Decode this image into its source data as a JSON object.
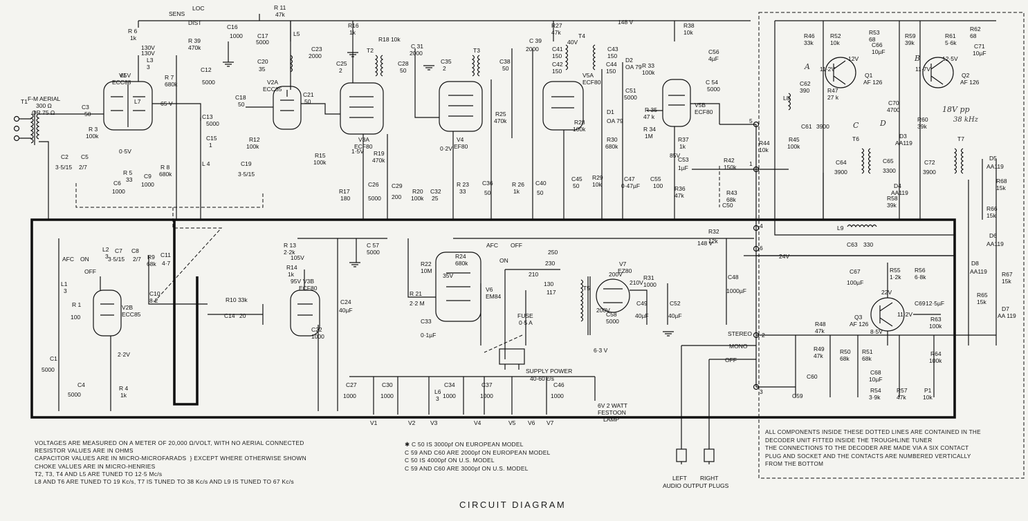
{
  "title": "CIRCUIT DIAGRAM",
  "notes": [
    "VOLTAGES ARE MEASURED ON A METER OF 20,000 Ω/VOLT, WITH NO AERIAL CONNECTED",
    "RESISTOR VALUES ARE IN OHMS",
    "CAPACITOR VALUES ARE IN MICRO-MICROFARADS",
    "CHOKE VALUES ARE IN MICRO-HENRIES",
    "T2, T3, T4 AND L5 ARE TUNED TO 12·5 Mc/s",
    "L8 AND T6 ARE TUNED TO 19 Kc/s, T7 IS TUNED TO 38 Kc/s AND L9 IS TUNED TO 67 Kc/s"
  ],
  "notes_bracket": "EXCEPT WHERE OTHERWISE SHOWN",
  "capacitor_notes": [
    "✱  C 50  IS  3000pf  ON  EUROPEAN  MODEL",
    "C 59  AND  C60  ARE  2000pf  ON  EUROPEAN  MODEL",
    "C 50  IS  4000pf  ON  U.S.  MODEL",
    "C 59  AND  C60  ARE  3000pf  ON  U.S.  MODEL"
  ],
  "decoder_note": [
    "ALL COMPONENTS INSIDE THESE DOTTED LINES ARE CONTAINED IN THE",
    "DECODER UNIT FITTED INSIDE THE TROUGHLINE TUNER",
    "THE CONNECTIONS TO THE DECODER ARE MADE VIA A SIX CONTACT",
    "PLUG AND SOCKET AND THE CONTACTS ARE NUMBERED VERTICALLY",
    "FROM THE BOTTOM"
  ],
  "aerial": {
    "line1": "F-M AERIAL",
    "line2": "300 Ω",
    "line3": "OR 75 Ω",
    "ref": "T1"
  },
  "valves": [
    {
      "ref": "V1",
      "type": "ECC88"
    },
    {
      "ref": "V2A",
      "type": "ECC85"
    },
    {
      "ref": "V2B",
      "type": "ECC85"
    },
    {
      "ref": "V3A",
      "type": "ECF80"
    },
    {
      "ref": "V3B",
      "type": "ECF80"
    },
    {
      "ref": "V4",
      "type": "EF80"
    },
    {
      "ref": "V5A",
      "type": "ECF80"
    },
    {
      "ref": "V5B",
      "type": "ECF80"
    },
    {
      "ref": "V6",
      "type": "EM84"
    },
    {
      "ref": "V7",
      "type": "EZ80"
    }
  ],
  "transistors": [
    {
      "ref": "Q1",
      "type": "AF 126"
    },
    {
      "ref": "Q2",
      "type": "AF 126"
    },
    {
      "ref": "Q3",
      "type": "AF 126"
    }
  ],
  "switches": {
    "sens": "SENS",
    "loc": "LOC",
    "dist": "DIST",
    "afc_on": "ON",
    "afc_off": "OFF",
    "afc": "AFC",
    "stereo": "STEREO",
    "mono": "MONO",
    "off": "OFF"
  },
  "rails": {
    "r148": "148 V",
    "r130": "130V",
    "r65": "65 V",
    "r105": "105V",
    "r95": "95V",
    "r85": "85V",
    "r24": "24V"
  },
  "power": {
    "supply": "SUPPLY POWER",
    "freq": "40-60 c/s",
    "fuse": "FUSE",
    "fuse_rating": "0·5 A",
    "taps": [
      "250",
      "230",
      "210",
      "130",
      "117"
    ],
    "heater": "6·3 V",
    "lamp1": "6V 2 WATT",
    "lamp2": "FESTOON",
    "lamp3": "LAMP"
  },
  "heaters": [
    "V1",
    "V2",
    "V3",
    "V4",
    "V5",
    "V6",
    "V7"
  ],
  "outputs": {
    "left": "LEFT",
    "right": "RIGHT",
    "plugs": "AUDIO OUTPUT PLUGS"
  },
  "components": {
    "r6": "R 6",
    "r6v": "1k",
    "r7": "R 7",
    "r7v": "680k",
    "r3": "R 3",
    "r3v": "100k",
    "r5": "R 5",
    "r5v": "33",
    "r8": "R 8",
    "r8v": "680k",
    "r12": "R12",
    "r12v": "100k",
    "r11": "R 11",
    "r11v": "47k",
    "r39": "R 39",
    "r39v": "470k",
    "r16": "R16",
    "r16v": "1k",
    "r18": "R18 10k",
    "r15": "R15",
    "r15v": "100k",
    "r17": "R17",
    "r17v": "180",
    "r19": "R19",
    "r19v": "470k",
    "r20": "R20",
    "r20v": "100k",
    "r23": "R 23",
    "r23v": "33",
    "r25": "R25",
    "r25v": "470k",
    "r26": "R 26",
    "r26v": "1k",
    "r27": "R27",
    "r27v": "47k",
    "r28": "R28",
    "r28v": "100k",
    "r29": "R29",
    "r29v": "10k",
    "r30": "R30",
    "r30v": "680k",
    "r33": "R 33",
    "r33v": "100k",
    "r34": "R 34",
    "r34v": "1M",
    "r35": "R 35",
    "r35v": "47 k",
    "r36": "R36",
    "r36v": "47k",
    "r37": "R37",
    "r37v": "1k",
    "r38": "R38",
    "r38v": "10k",
    "r42": "R42",
    "r42v": "150k",
    "r43": "R43",
    "r43v": "68k",
    "r44": "R44",
    "r44v": "10k",
    "r45": "R45",
    "r45v": "100k",
    "r46": "R46",
    "r46v": "33k",
    "r47": "R47",
    "r47v": "27 k",
    "r52": "R52",
    "r52v": "10k",
    "r53": "R53",
    "r53v": "68",
    "r58": "R58",
    "r58v": "39k",
    "r59": "R59",
    "r59v": "39k",
    "r60": "R60",
    "r60v": "39k",
    "r61": "R61",
    "r61v": "5·6k",
    "r62": "R62",
    "r62v": "68",
    "r63": "R63",
    "r63v": "100k",
    "r64": "R64",
    "r64v": "100k",
    "r65": "R65",
    "r65v": "15k",
    "r66": "R66",
    "r66v": "15k",
    "r67": "R67",
    "r67v": "15k",
    "r68": "R68",
    "r68v": "15k",
    "r13": "R 13",
    "r13v": "2·2k",
    "r14": "R14",
    "r14v": "1k",
    "r9": "R9",
    "r9v": "68k",
    "r10": "R10 33k",
    "r1": "R 1",
    "r1v": "100",
    "r4": "R 4",
    "r4v": "1k",
    "r21": "R 21",
    "r21v": "2·2 M",
    "r22": "R22",
    "r22v": "10M",
    "r24": "R24",
    "r24v": "680k",
    "r31": "R31",
    "r31v": "1000",
    "r32": "R32",
    "r32v": "12k",
    "r48": "R48",
    "r48v": "47k",
    "r49": "R49",
    "r49v": "47k",
    "r50": "R50",
    "r50v": "68k",
    "r51": "R51",
    "r51v": "68k",
    "r54": "R54",
    "r54v": "3·9k",
    "r55": "R55",
    "r55v": "1·2k",
    "r56": "R56",
    "r56v": "6·8k",
    "r57": "R57",
    "r57v": "47k",
    "p1": "P1",
    "p1v": "10k",
    "c3": "C3",
    "c3v": "50",
    "c2": "C2",
    "c2v": "3·5/15",
    "c5": "C5",
    "c5v": "2/7",
    "c6": "C6",
    "c6v": "1000",
    "c9": "C9",
    "c9v": "1000",
    "c12": "C12",
    "c12v": "5000",
    "c13": "C13",
    "c13v": "5000",
    "c15": "C15",
    "c15v": "1",
    "c16": "C16",
    "c16v": "1000",
    "c17": "C17",
    "c17v": "5000",
    "c18": "C18",
    "c18v": "50",
    "c19": "C19",
    "c19v": "3·5/15",
    "c20": "C20",
    "c20v": "35",
    "c21": "C21",
    "c21v": "50",
    "c23": "C23",
    "c23v": "2000",
    "c25": "C25",
    "c25v": "2",
    "c26": "C26",
    "c26v": "5000",
    "c28": "C28",
    "c28v": "50",
    "c29": "C29",
    "c29v": "200",
    "c31": "C 31",
    "c31v": "2000",
    "c32": "C32",
    "c32v": "25",
    "c35": "C35",
    "c35v": "2",
    "c36": "C36",
    "c36v": "50",
    "c38": "C38",
    "c38v": "50",
    "c39": "C 39",
    "c39v": "2000",
    "c40": "C40",
    "c40v": "50",
    "c41": "C41",
    "c41v": "150",
    "c42": "C42",
    "c42v": "150",
    "c43": "C43",
    "c43v": "150",
    "c44": "C44",
    "c44v": "150",
    "c45": "C45",
    "c45v": "50",
    "c47": "C47",
    "c47v": "0·47µF",
    "c51": "C51",
    "c51v": "5000",
    "c53": "C53",
    "c53v": "1µF",
    "c54": "C 54",
    "c54v": "5000",
    "c55": "C55",
    "c55v": "100",
    "c56": "C56",
    "c56v": "4µF",
    "c50": "C50",
    "c57": "C 57",
    "c57v": "5000",
    "c7": "C7",
    "c7v": "3·5/15",
    "c8": "C8",
    "c8v": "2/7",
    "c11": "C11",
    "c11v": "4·7",
    "c10": "C10",
    "c10v": "8·2",
    "c14": "C14",
    "c14v": "20",
    "c22": "C22",
    "c22v": "1000",
    "c24": "C24",
    "c24v": "40µF",
    "c1": "C1",
    "c1v": "5000",
    "c4": "C4",
    "c4v": "5000",
    "c33": "C33",
    "c33v": "0·1µF",
    "c48": "C48",
    "c48v": "1000µF",
    "c49": "C49",
    "c49v": "40µF",
    "c52": "C52",
    "c52v": "40µF",
    "c58": "C58",
    "c58v": "5000",
    "c27": "C27",
    "c27v": "1000",
    "c30": "C30",
    "c30v": "1000",
    "c34": "C34",
    "c34v": "1000",
    "c37": "C37",
    "c37v": "1000",
    "c46": "C46",
    "c46v": "1000",
    "c61": "C61",
    "c61v": "3900",
    "c62": "C62",
    "c62v": "390",
    "c64": "C64",
    "c64v": "3900",
    "c65": "C65",
    "c65v": "3300",
    "c66": "C66",
    "c66v": "10µF",
    "c70": "C70",
    "c70v": "4700",
    "c71": "C71",
    "c71v": "10µF",
    "c72": "C72",
    "c72v": "3900",
    "c63": "C63",
    "c63v": "330",
    "c67": "C67",
    "c67v": "100µF",
    "c68": "C68",
    "c68v": "10µF",
    "c69": "C69",
    "c69v": "12·5µF",
    "c59": "C59",
    "c60": "C60",
    "l1": "L1",
    "l1v": "3",
    "l2": "L2",
    "l2v": "3",
    "l3": "L3",
    "l3v": "3",
    "l4": "L 4",
    "l5": "L5",
    "l6": "L6",
    "l6v": "3",
    "l7": "L7",
    "l8": "L8",
    "l9": "L9",
    "t2": "T2",
    "t3": "T3",
    "t4": "T4",
    "t5": "T5",
    "t6": "T6",
    "t7": "T7",
    "d1": "D1",
    "d1v": "OA 79",
    "d2": "D2",
    "d2v": "OA 79",
    "d3": "D3",
    "d3v": "AA119",
    "d4": "D4",
    "d4v": "AA119",
    "d5": "D5",
    "d5v": "AA119",
    "d6": "D6",
    "d6v": "AA119",
    "d7": "D7",
    "d7v": "AA 119",
    "d8": "D8",
    "d8v": "AA119"
  },
  "voltages": {
    "v130": "130V",
    "v65a": "65V",
    "v05": "0·5V",
    "v15": "1·5V",
    "v02": "0·2V",
    "v40": "40V",
    "v35": "35V",
    "v22": "2·2V",
    "v112": "11·2V",
    "v12": "12V",
    "v117": "11·7V",
    "v125": "12·5V",
    "v22b": "22V",
    "v112b": "11·2V",
    "v85b": "8·5V",
    "v200": "200V",
    "v210": "210V",
    "v200b": "200V"
  },
  "pins": [
    "1",
    "2",
    "3",
    "4",
    "5",
    "6"
  ],
  "handwritten": {
    "hz": "18V pp",
    "hz2": "38 kHz",
    "a": "A",
    "b": "B",
    "c": "C",
    "d": "D"
  }
}
